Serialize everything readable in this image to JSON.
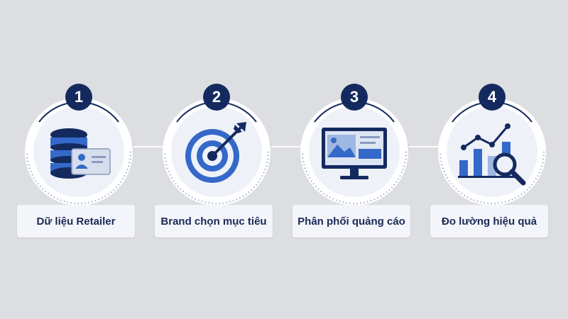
{
  "steps": [
    {
      "number": "1",
      "label": "Dữ liệu Retailer",
      "icon": "database-profile-icon"
    },
    {
      "number": "2",
      "label": "Brand chọn mục tiêu",
      "icon": "target-icon"
    },
    {
      "number": "3",
      "label": "Phân phối quảng cáo",
      "icon": "monitor-ad-icon"
    },
    {
      "number": "4",
      "label": "Đo lường hiệu quả",
      "icon": "chart-magnifier-icon"
    }
  ],
  "colors": {
    "navy": "#142a5f",
    "blue": "#3569c9",
    "light_blue": "#9fb8e3",
    "background": "#dddee1"
  }
}
